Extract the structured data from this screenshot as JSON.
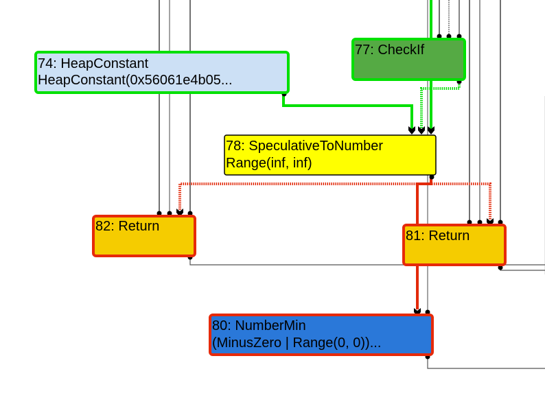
{
  "graph": {
    "title": "Turbofan graph view",
    "colors": {
      "control_edge": "#00e000",
      "effect_edge": "#e22a0a",
      "value_edge": "#000000",
      "live_edge": "#555555",
      "node_border_green": "#00e000",
      "node_border_red": "#e62a0a",
      "node_border_black": "#000000"
    },
    "nodes": [
      {
        "id": "74",
        "label": "74: HeapConstant",
        "detail": "HeapConstant(0x56061e4b05...",
        "fill": "#cce0f5",
        "border": "#00e000"
      },
      {
        "id": "77",
        "label": "77: CheckIf",
        "detail": "",
        "fill": "#55aa44",
        "border": "#00e000"
      },
      {
        "id": "78",
        "label": "78: SpeculativeToNumber",
        "detail": "Range(inf, inf)",
        "fill": "#ffff00",
        "border": "#000000"
      },
      {
        "id": "82",
        "label": "82: Return",
        "detail": "",
        "fill": "#f5cc00",
        "border": "#e62a0a"
      },
      {
        "id": "81",
        "label": "81: Return",
        "detail": "",
        "fill": "#f5cc00",
        "border": "#e62a0a"
      },
      {
        "id": "80",
        "label": "80: NumberMin",
        "detail": "(MinusZero | Range(0, 0))...",
        "fill": "#2a78d9",
        "border": "#e62a0a"
      }
    ]
  }
}
